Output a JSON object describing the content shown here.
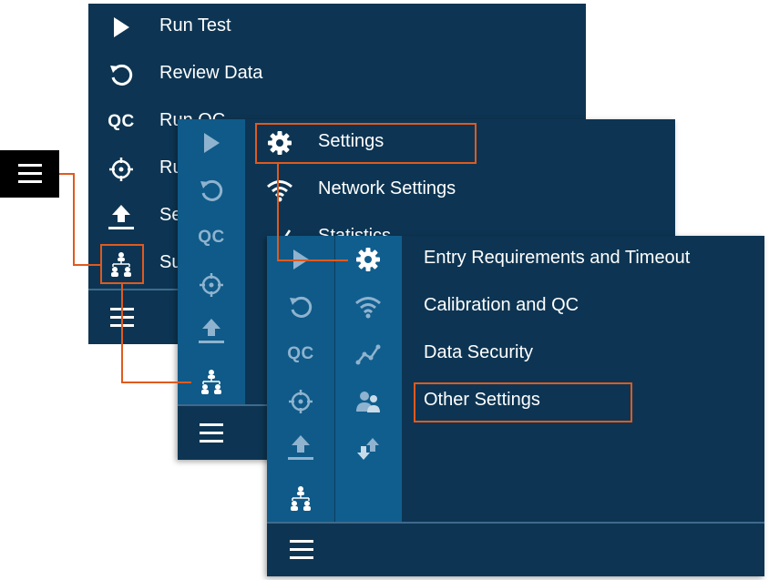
{
  "colors": {
    "panel": "#0d3553",
    "rail": "#0f5a88",
    "accent": "#e05a1e",
    "text": "#ffffff",
    "muted": "#8fb3cf"
  },
  "panel1": {
    "items": [
      {
        "icon": "play-icon",
        "label": "Run Test"
      },
      {
        "icon": "undo-icon",
        "label": "Review Data"
      },
      {
        "icon": "qc-icon",
        "label": "Run QC"
      },
      {
        "icon": "crosshair-icon",
        "label": "Run"
      },
      {
        "icon": "upload-icon",
        "label": "Se"
      },
      {
        "icon": "hierarchy-icon",
        "label": "Su"
      }
    ],
    "qc_text": "QC"
  },
  "panel2": {
    "items": [
      {
        "icon": "gear-icon",
        "label": "Settings"
      },
      {
        "icon": "wifi-icon",
        "label": "Network Settings"
      },
      {
        "icon": "chart-icon",
        "label": "Statistics"
      }
    ],
    "qc_text": "QC"
  },
  "panel3": {
    "items": [
      {
        "icon": "gear-icon",
        "label": "Entry Requirements and Timeout"
      },
      {
        "label": "Calibration and QC"
      },
      {
        "label": "Data Security"
      },
      {
        "label": "Other Settings"
      }
    ],
    "qc_text": "QC"
  }
}
